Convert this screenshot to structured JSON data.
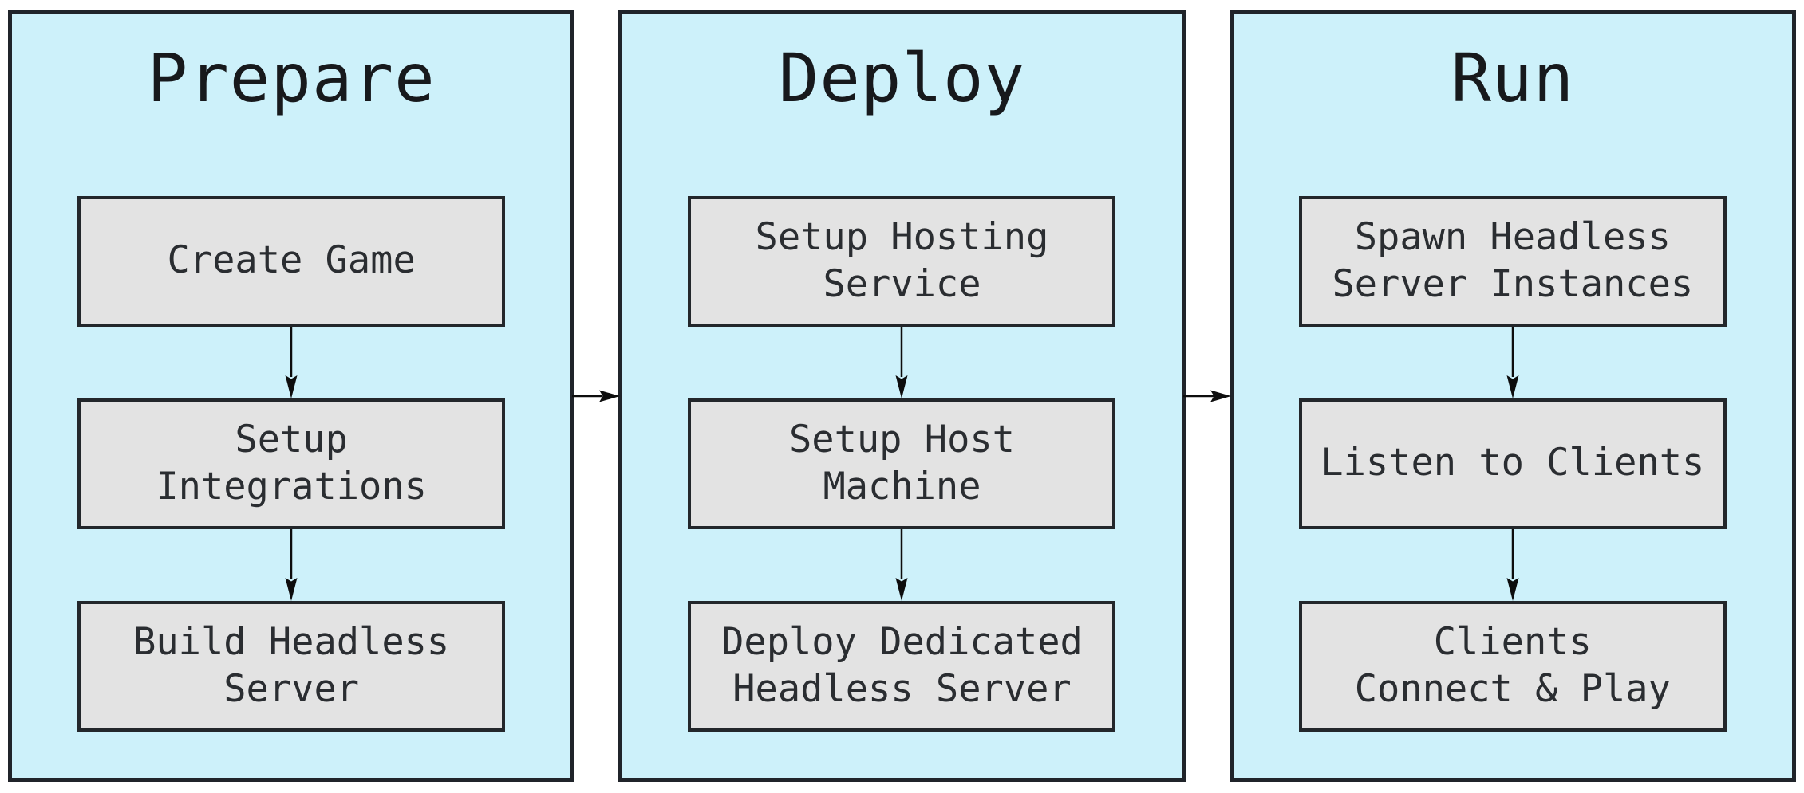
{
  "colors": {
    "page_bg": "#ffffff",
    "panel_fill": "#cdf1fa",
    "panel_border": "#20242a",
    "node_fill": "#e3e3e3",
    "node_border": "#23272b",
    "arrow": "#0d0d0d",
    "title_text": "#17191c",
    "node_text": "#2a2d31"
  },
  "phases": [
    {
      "title": "Prepare",
      "nodes": [
        "Create Game",
        "Setup\nIntegrations",
        "Build Headless\nServer"
      ]
    },
    {
      "title": "Deploy",
      "nodes": [
        "Setup Hosting\nService",
        "Setup Host\nMachine",
        "Deploy Dedicated\nHeadless Server"
      ]
    },
    {
      "title": "Run",
      "nodes": [
        "Spawn Headless\nServer Instances",
        "Listen to Clients",
        "Clients\nConnect & Play"
      ]
    }
  ],
  "connections": {
    "within_phases": [
      "Create Game -> Setup Integrations",
      "Setup Integrations -> Build Headless Server",
      "Setup Hosting Service -> Setup Host Machine",
      "Setup Host Machine -> Deploy Dedicated Headless Server",
      "Spawn Headless Server Instances -> Listen to Clients",
      "Listen to Clients -> Clients Connect & Play"
    ],
    "between_phases": [
      "Prepare -> Deploy",
      "Deploy -> Run"
    ]
  }
}
